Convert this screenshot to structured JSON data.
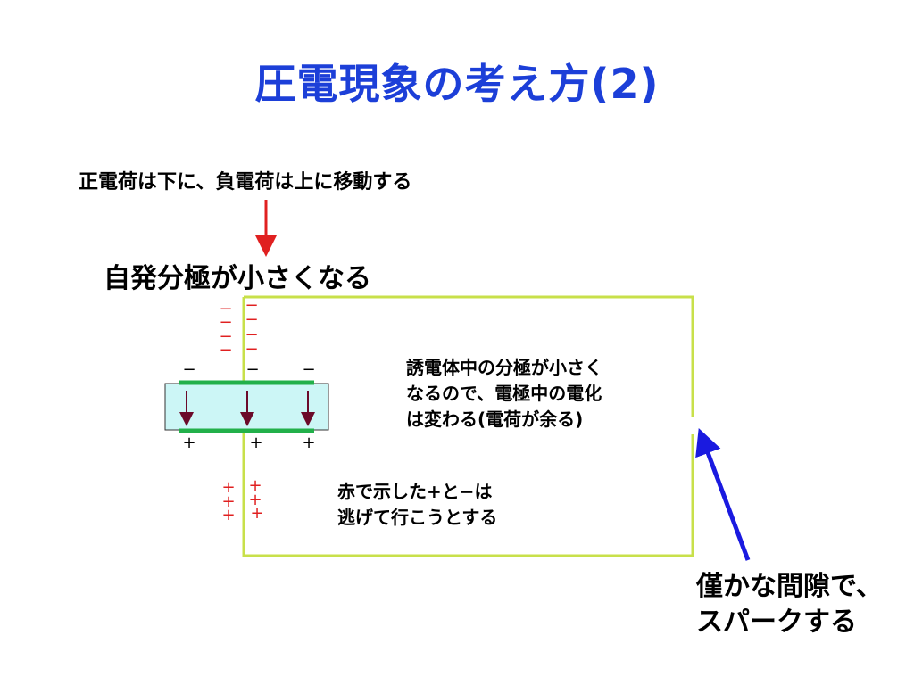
{
  "slide": {
    "title": "圧電現象の考え方(2)",
    "caption_top": "正電荷は下に、負電荷は上に移動する",
    "heading": "自発分極が小さくなる",
    "note_right": [
      "誘電体中の分極が小さく",
      "なるので、電極中の電化",
      "は変わる(電荷が余る)"
    ],
    "note_bottom": [
      "赤で示した+と−は",
      "逃げて行こうとする"
    ],
    "note_corner": [
      "僅かな間隙で、",
      "スパークする"
    ]
  },
  "diagram": {
    "neg_sign": "−",
    "pos_sign": "+",
    "colors": {
      "wire": "#c8e04a",
      "electrode": "#22b04a",
      "crystal_fill": "#ccf6f6",
      "dipole_arrow": "#6b0a2a",
      "free_charge": "#e02020",
      "pointer_red": "#e02020",
      "pointer_blue": "#1a1ae0",
      "title": "#1c3fd8"
    }
  }
}
